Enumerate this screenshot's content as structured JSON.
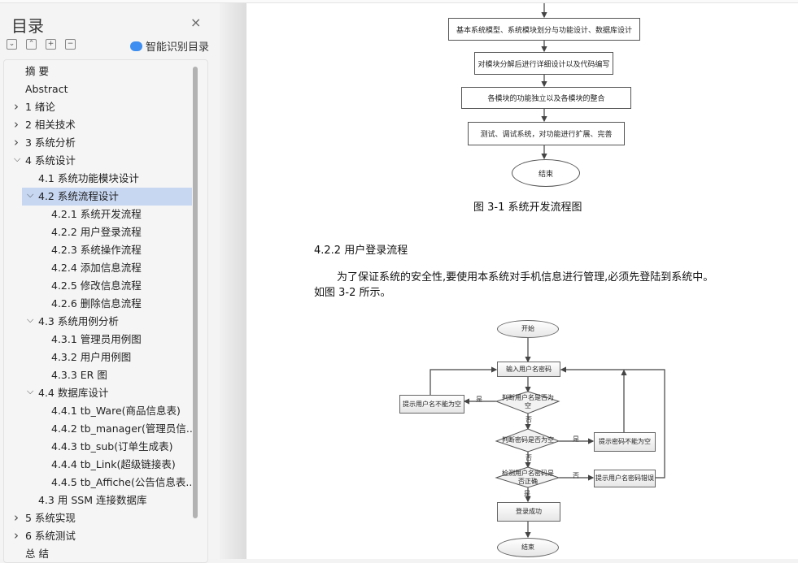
{
  "sidebar": {
    "title": "目录",
    "close": "×",
    "toolbar": {
      "expand": "⌄",
      "collapse": "⌃",
      "plus": "+",
      "minus": "−"
    },
    "smart_label": "智能识别目录",
    "items": [
      "摘  要",
      "Abstract",
      "1 绪论",
      "2 相关技术",
      "3 系统分析",
      "4 系统设计",
      "4.1  系统功能模块设计",
      "4.2 系统流程设计",
      "4.2.1  系统开发流程",
      "4.2.2  用户登录流程",
      "4.2.3  系统操作流程",
      "4.2.4  添加信息流程",
      "4.2.5  修改信息流程",
      "4.2.6  删除信息流程",
      "4.3 系统用例分析",
      "4.3.1  管理员用例图",
      "4.3.2  用户用例图",
      "4.3.3 ER 图",
      "4.4  数据库设计",
      "4.4.1 tb_Ware(商品信息表)",
      "4.4.2 tb_manager(管理员信...",
      "4.4.3 tb_sub(订单生成表)",
      "4.4.4 tb_Link(超级链接表)",
      "4.4.5 tb_Affiche(公告信息表...",
      "4.3  用 SSM 连接数据库",
      "5 系统实现",
      "6 系统测试",
      "总  结"
    ]
  },
  "doc": {
    "flow1": [
      "基本系统模型、系统模块划分与功能设计、数据库设计",
      "对模块分解后进行详细设计以及代码编写",
      "各模块的功能独立以及各模块的整合",
      "测试、调试系统，对功能进行扩展、完善",
      "结束"
    ],
    "caption1": "图 3-1    系统开发流程图",
    "heading": "4.2.2  用户登录流程",
    "para1": "为了保证系统的安全性,要使用本系统对手机信息进行管理,必须先登陆到系统中。",
    "para2": "如图 3-2 所示。",
    "flow2": {
      "start": "开始",
      "input": "输入用户名密码",
      "d1": "判断用户名是否为空",
      "d2": "判断密码是否为空",
      "d3": "检测用户名密码是否正确",
      "m1": "提示用户名不能为空",
      "m2": "提示密码不能为空",
      "m3": "提示用户名密码错误",
      "ok": "登录成功",
      "end": "结束",
      "yes": "是",
      "no": "否"
    }
  }
}
